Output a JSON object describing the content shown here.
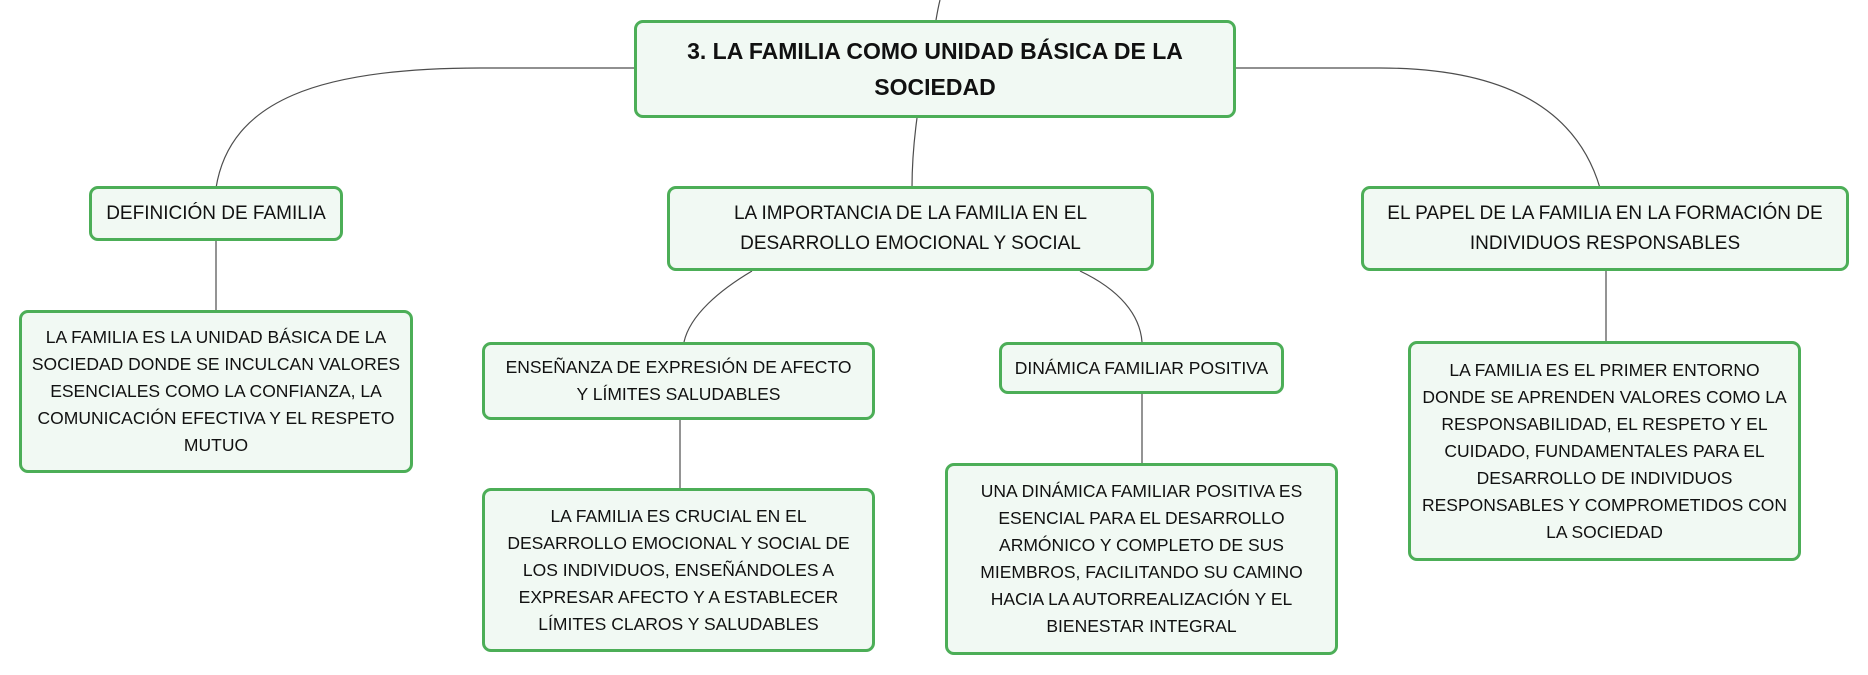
{
  "diagram": {
    "colors": {
      "border": "#4cae57",
      "fill": "#f1f9f3",
      "connector": "#4d4d4d",
      "text": "#111111"
    },
    "root": {
      "label": "3. LA FAMILIA COMO UNIDAD BÁSICA DE LA SOCIEDAD"
    },
    "branches": [
      {
        "label": "DEFINICIÓN DE FAMILIA",
        "children": [
          {
            "label": "LA FAMILIA ES LA UNIDAD BÁSICA DE LA SOCIEDAD DONDE SE INCULCAN VALORES ESENCIALES COMO LA CONFIANZA, LA COMUNICACIÓN EFECTIVA Y EL RESPETO MUTUO"
          }
        ]
      },
      {
        "label": "LA IMPORTANCIA DE LA FAMILIA EN EL DESARROLLO EMOCIONAL Y SOCIAL",
        "children": [
          {
            "label": "ENSEÑANZA DE EXPRESIÓN DE AFECTO Y LÍMITES SALUDABLES",
            "children": [
              {
                "label": "LA FAMILIA ES CRUCIAL EN EL DESARROLLO EMOCIONAL Y SOCIAL DE LOS INDIVIDUOS, ENSEÑÁNDOLES A EXPRESAR AFECTO Y A ESTABLECER LÍMITES CLAROS Y SALUDABLES"
              }
            ]
          },
          {
            "label": "DINÁMICA FAMILIAR POSITIVA",
            "children": [
              {
                "label": "UNA DINÁMICA FAMILIAR POSITIVA ES ESENCIAL PARA EL DESARROLLO ARMÓNICO Y COMPLETO DE SUS MIEMBROS, FACILITANDO SU CAMINO HACIA LA AUTORREALIZACIÓN Y EL BIENESTAR INTEGRAL"
              }
            ]
          }
        ]
      },
      {
        "label": "EL PAPEL DE LA FAMILIA EN LA FORMACIÓN DE INDIVIDUOS RESPONSABLES",
        "children": [
          {
            "label": "LA FAMILIA ES EL PRIMER ENTORNO DONDE SE APRENDEN VALORES COMO LA RESPONSABILIDAD, EL RESPETO Y EL CUIDADO, FUNDAMENTALES PARA EL DESARROLLO DE INDIVIDUOS RESPONSABLES Y COMPROMETIDOS CON LA SOCIEDAD"
          }
        ]
      }
    ]
  }
}
